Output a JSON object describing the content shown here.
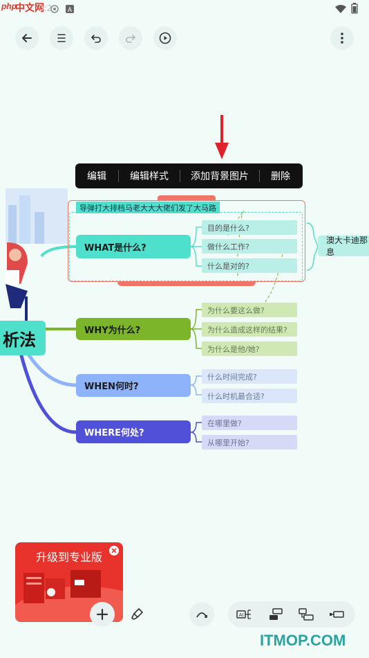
{
  "status_bar": {
    "brand_php": "php",
    "brand_cn": "中文网",
    "time": "0:2"
  },
  "toolbar": {
    "buttons": [
      "back-icon",
      "outline-icon",
      "undo-icon",
      "redo-icon",
      "play-icon",
      "more-vert-icon"
    ]
  },
  "context_menu": {
    "items": [
      "编辑",
      "编辑样式",
      "添加背景图片",
      "删除"
    ]
  },
  "mindmap": {
    "central_topic": "析法",
    "selected_title": "导弹打大排档马老大大大佬们发了大马路",
    "right_node": "澳大卡迪那息",
    "branches": [
      {
        "label": "WHAT是什么?",
        "color": "#4fe0cc",
        "leaves": [
          "目的是什么?",
          "做什么工作?",
          "什么是对的?"
        ]
      },
      {
        "label": "WHY为什么?",
        "color": "#7cb52a",
        "leaves": [
          "为什么要这么做?",
          "为什么造成这样的结果?",
          "为什么是他/她?"
        ]
      },
      {
        "label": "WHEN何时?",
        "color": "#8fb3fb",
        "leaves": [
          "什么时间完成?",
          "什么时机最合适?"
        ]
      },
      {
        "label": "WHERE何处?",
        "color": "#5150d8",
        "leaves": [
          "在哪里做?",
          "从哪里开始?"
        ]
      }
    ]
  },
  "promo": {
    "text": "升级到专业版"
  },
  "bottom_toolbar": {
    "tools": [
      "add-icon",
      "brush-icon",
      "connect-curve-icon",
      "ai-node-icon",
      "sibling-node-icon",
      "child-node-icon",
      "parent-node-icon"
    ]
  },
  "watermark": "ITMOP.COM",
  "colors": {
    "background": "#f1fbf8",
    "selection": "#f07468",
    "red_arrow": "#e0232b",
    "promo": "#e8322c"
  }
}
